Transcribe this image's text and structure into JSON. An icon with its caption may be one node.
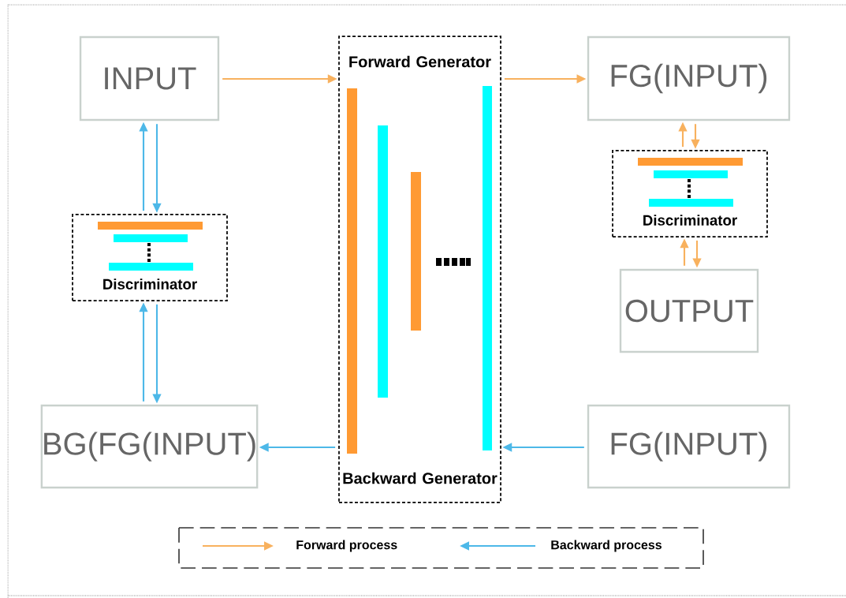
{
  "diagram": {
    "nodes": [
      {
        "text": [
          "INPUT"
        ]
      },
      {
        "text": [
          "Forward Generator",
          "Backward Generator"
        ]
      },
      {
        "text": [
          "FG(INPUT)"
        ]
      },
      {
        "text": [
          "Discriminator"
        ]
      },
      {
        "text": [
          "Discriminator"
        ]
      },
      {
        "text": [
          "OUTPUT"
        ]
      },
      {
        "text": [
          "BG(FG(INPUT)"
        ]
      },
      {
        "text": [
          "FG(INPUT)"
        ]
      }
    ],
    "edges": [
      {
        "from": 0,
        "to": 1,
        "arrow": "to",
        "color": "#f8b15e"
      },
      {
        "from": 1,
        "to": 2,
        "arrow": "to",
        "color": "#f8b15e"
      },
      {
        "from": 4,
        "to": 2,
        "arrow": "to",
        "color": "#f8b15e"
      },
      {
        "from": 2,
        "to": 4,
        "arrow": "to",
        "color": "#f8b15e"
      },
      {
        "from": 5,
        "to": 4,
        "arrow": "to",
        "color": "#f8b15e"
      },
      {
        "from": 4,
        "to": 5,
        "arrow": "to",
        "color": "#f8b15e"
      },
      {
        "from": 3,
        "to": 0,
        "arrow": "to",
        "color": "#4db8e8"
      },
      {
        "from": 0,
        "to": 3,
        "arrow": "to",
        "color": "#4db8e8"
      },
      {
        "from": 6,
        "to": 3,
        "arrow": "to",
        "color": "#4db8e8"
      },
      {
        "from": 3,
        "to": 6,
        "arrow": "to",
        "color": "#4db8e8"
      },
      {
        "from": 1,
        "to": 6,
        "arrow": "to",
        "color": "#4db8e8"
      },
      {
        "from": 7,
        "to": 1,
        "arrow": "to",
        "color": "#4db8e8"
      }
    ],
    "legend": [
      {
        "text": "Forward process"
      },
      {
        "text": "Backward process"
      }
    ]
  }
}
